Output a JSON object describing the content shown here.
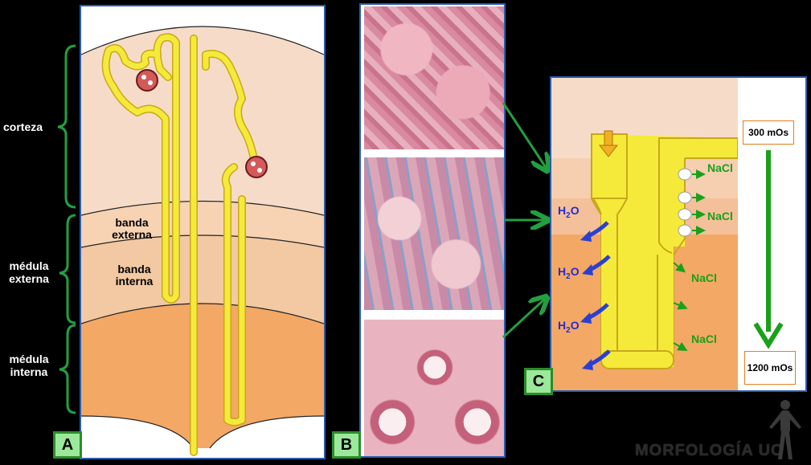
{
  "labels": {
    "corteza": "corteza",
    "medula_externa": [
      "médula",
      "externa"
    ],
    "medula_interna": [
      "médula",
      "interna"
    ],
    "banda_externa": [
      "banda",
      "externa"
    ],
    "banda_interna": [
      "banda",
      "interna"
    ]
  },
  "panels": {
    "a": "A",
    "b": "B",
    "c": "C"
  },
  "panel_c": {
    "water_label": "H",
    "water_sub": "2",
    "water_suffix": "O",
    "salt_label": "NaCl",
    "osmolarity_top": "300 mOs",
    "osmolarity_bottom": "1200 mOs"
  },
  "watermark": "MORFOLOGÍA UC",
  "colors": {
    "background": "#000000",
    "bracket": "#22a040",
    "tubule": "#f5ea3a",
    "cortex": "#f6dcc8",
    "outer_stripe": "#f4c8a0",
    "inner_stripe": "#f2c9a3",
    "inner_medulla": "#f3a866",
    "water": "#2a2ad0",
    "salt": "#1aa01a",
    "label_box": "#9be89b"
  }
}
